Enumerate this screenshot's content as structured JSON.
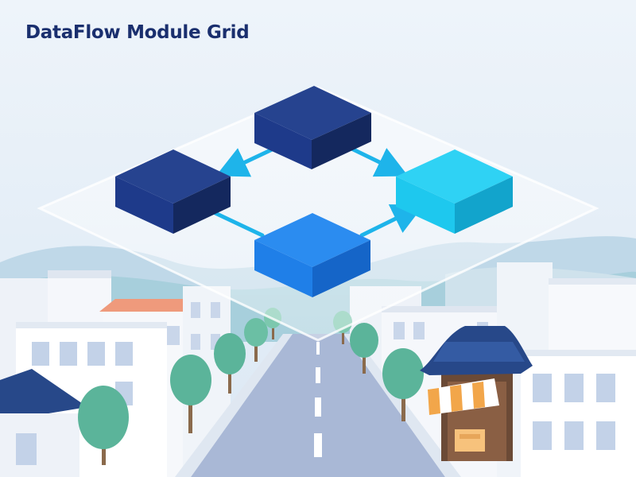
{
  "header": {
    "title": "DataFlow Module Grid"
  },
  "colors": {
    "sky_top": "#eef4fa",
    "sky_bottom": "#dde9f4",
    "navy_block": "#1e3a8a",
    "blue_block": "#1f7fe8",
    "cyan_block": "#1ec8ee",
    "arrow": "#1eb4ea",
    "road": "#a9b8d6",
    "tree": "#5bb49a",
    "roof_navy": "#274889",
    "roof_orange": "#ef9a7c",
    "building": "#f4f6fa"
  },
  "diagram": {
    "nodes": [
      {
        "id": "top",
        "tone": "navy"
      },
      {
        "id": "left",
        "tone": "navy"
      },
      {
        "id": "right",
        "tone": "cyan"
      },
      {
        "id": "bottom",
        "tone": "blue"
      }
    ],
    "edges": [
      {
        "from": "top",
        "to": "left"
      },
      {
        "from": "top",
        "to": "right"
      },
      {
        "from": "left",
        "to": "bottom"
      },
      {
        "from": "bottom",
        "to": "right"
      }
    ]
  }
}
